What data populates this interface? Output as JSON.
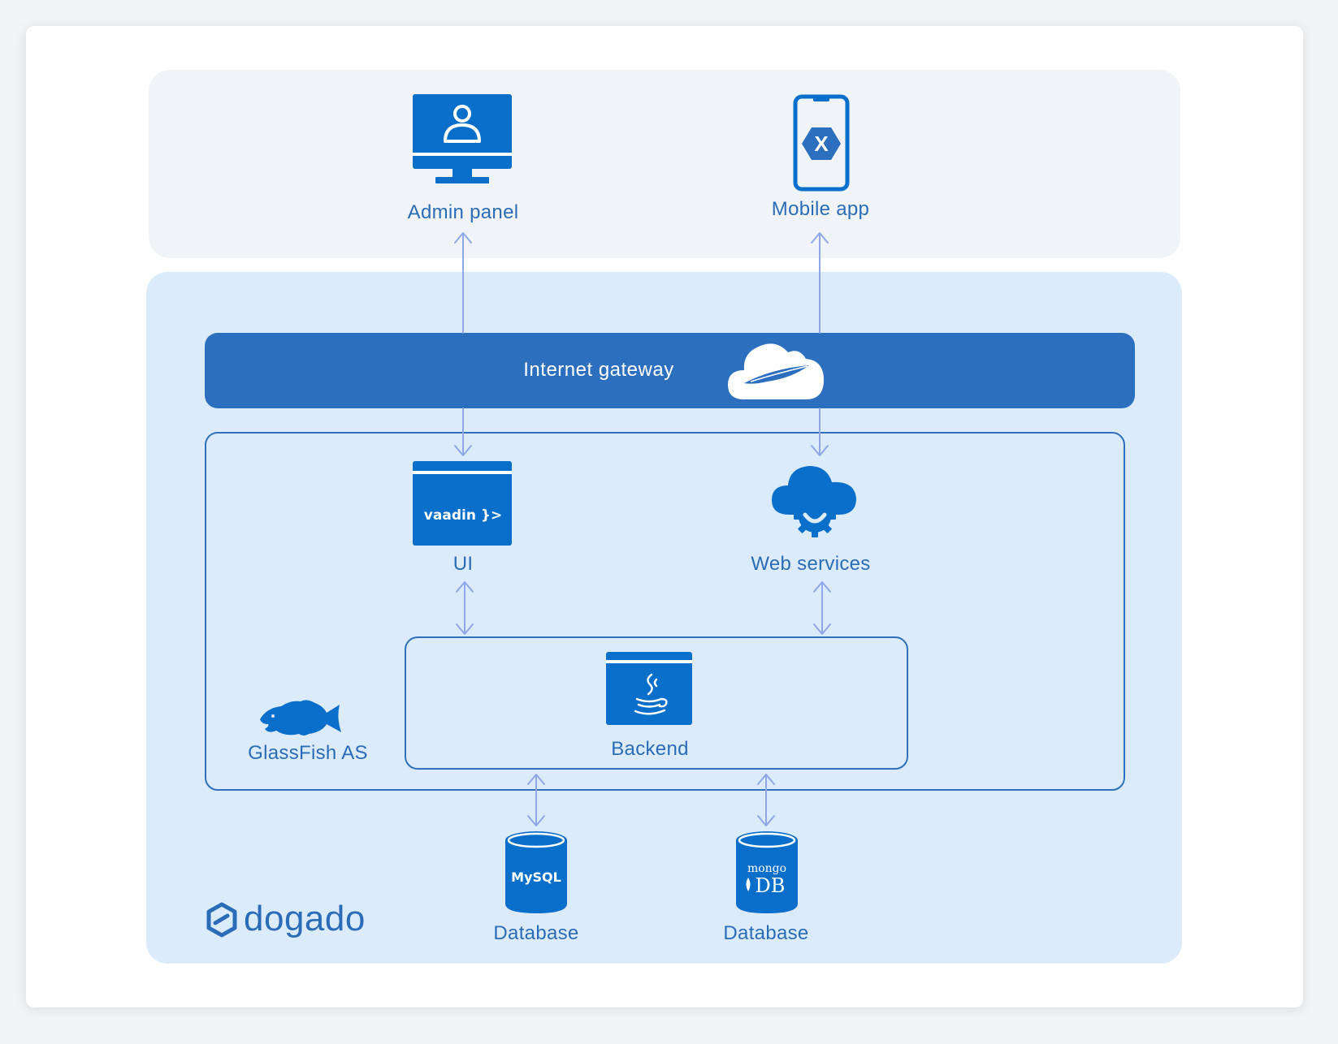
{
  "clients": {
    "admin_label": "Admin panel",
    "mobile_label": "Mobile app",
    "mobile_icon_letter": "X"
  },
  "gateway": {
    "label": "Internet gateway"
  },
  "app_server": {
    "label": "GlassFish AS",
    "ui_label": "UI",
    "ui_logo_text": "vaadin }>",
    "webservices_label": "Web services"
  },
  "backend": {
    "label": "Backend"
  },
  "databases": [
    {
      "label": "Database",
      "logo_text": "MySQL"
    },
    {
      "label": "Database",
      "logo_line1": "mongo",
      "logo_line2": "DB"
    }
  ],
  "brand": {
    "name": "dogado"
  },
  "colors": {
    "primary": "#0a6fca",
    "label": "#2b6cb8",
    "gateway": "#2d6fbf",
    "connector": "#8fa7e8",
    "clients_bg": "#f0f4f7",
    "server_bg": "#dcebfa"
  },
  "icons": [
    "monitor-user-icon",
    "phone-xamarin-icon",
    "cloud-feather-icon",
    "vaadin-window-icon",
    "cloud-gear-icon",
    "java-window-icon",
    "fish-icon",
    "mysql-database-icon",
    "mongodb-database-icon",
    "dogado-logo-icon"
  ]
}
